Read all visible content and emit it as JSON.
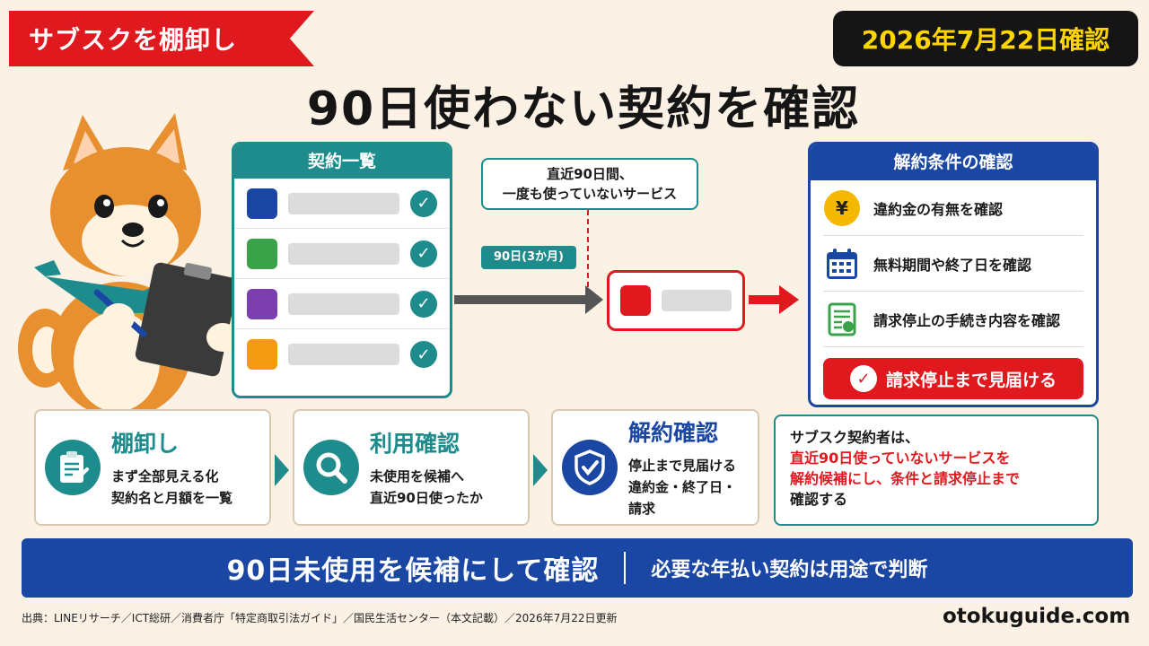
{
  "header": {
    "ribbon_label": "サブスクを棚卸し",
    "date_badge": "2026年7月22日確認",
    "title": "90日使わない契約を確認"
  },
  "contract_list": {
    "title": "契約一覧",
    "items": [
      {
        "color": "#1a47a3",
        "check": "✓"
      },
      {
        "color": "#3aa34a",
        "check": "✓"
      },
      {
        "color": "#7b3fb0",
        "check": "✓"
      },
      {
        "color": "#f39c12",
        "check": "✓"
      }
    ]
  },
  "timeline": {
    "callout_line1": "直近90日間、",
    "callout_line2": "一度も使っていないサービス",
    "period_label": "90日(3か月)",
    "unused_color": "#e0191f"
  },
  "cancel_conditions": {
    "title": "解約条件の確認",
    "items": [
      {
        "icon": "yen-coin-icon",
        "glyph": "¥",
        "label": "違約金の有無を確認"
      },
      {
        "icon": "calendar-icon",
        "label": "無料期間や終了日を確認"
      },
      {
        "icon": "invoice-icon",
        "label": "請求停止の手続き内容を確認"
      }
    ],
    "action": "請求停止まで見届ける",
    "action_glyph": "✓"
  },
  "steps": [
    {
      "title": "棚卸し",
      "line1": "まず全部見える化",
      "line2": "契約名と月額を一覧",
      "icon": "clipboard-icon",
      "color": "#1e8c8c"
    },
    {
      "title": "利用確認",
      "line1": "未使用を候補へ",
      "line2": "直近90日使ったか",
      "icon": "magnifier-icon",
      "color": "#1e8c8c"
    },
    {
      "title": "解約確認",
      "line1": "停止まで見届ける",
      "line2": "違約金・終了日・請求",
      "icon": "shield-check-icon",
      "color": "#1a47a3"
    }
  ],
  "summary": {
    "line1": "サブスク契約者は、",
    "line2": "直近90日使っていないサービスを",
    "line3": "解約候補にし、条件と請求停止まで",
    "line4": "確認する"
  },
  "banner": {
    "main": "90日未使用を候補にして確認",
    "sub": "必要な年払い契約は用途で判断"
  },
  "footer": {
    "source": "出典：LINEリサーチ／ICT総研／消費者庁「特定商取引法ガイド」／国民生活センター（本文記載）／2026年7月22日更新",
    "site": "otokuguide.com"
  },
  "colors": {
    "teal": "#1e8c8c",
    "blue": "#1a47a3",
    "red": "#e0191f",
    "yellow": "#ffd500"
  }
}
